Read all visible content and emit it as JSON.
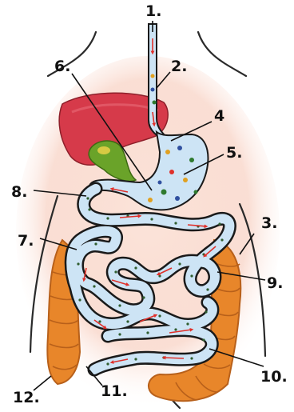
{
  "labels": {
    "l1": "1.",
    "l2": "2.",
    "l3": "3.",
    "l4": "4",
    "l5": "5.",
    "l6": "6.",
    "l7": "7.",
    "l8": "8.",
    "l9": "9.",
    "l10": "10.",
    "l11": "11.",
    "l12": "12."
  },
  "colors": {
    "background": "#ffffff",
    "body_outline": "#2a2a2a",
    "body_glow": "#f7c9b8",
    "liver": "#d63a4a",
    "gallbladder": "#6aa329",
    "tube_fill": "#cde4f5",
    "tube_outline": "#1a1a1a",
    "flow_arrow": "#e0302a",
    "colon": "#e8862a",
    "colon_dark": "#b8601a",
    "leader_line": "#111111"
  }
}
